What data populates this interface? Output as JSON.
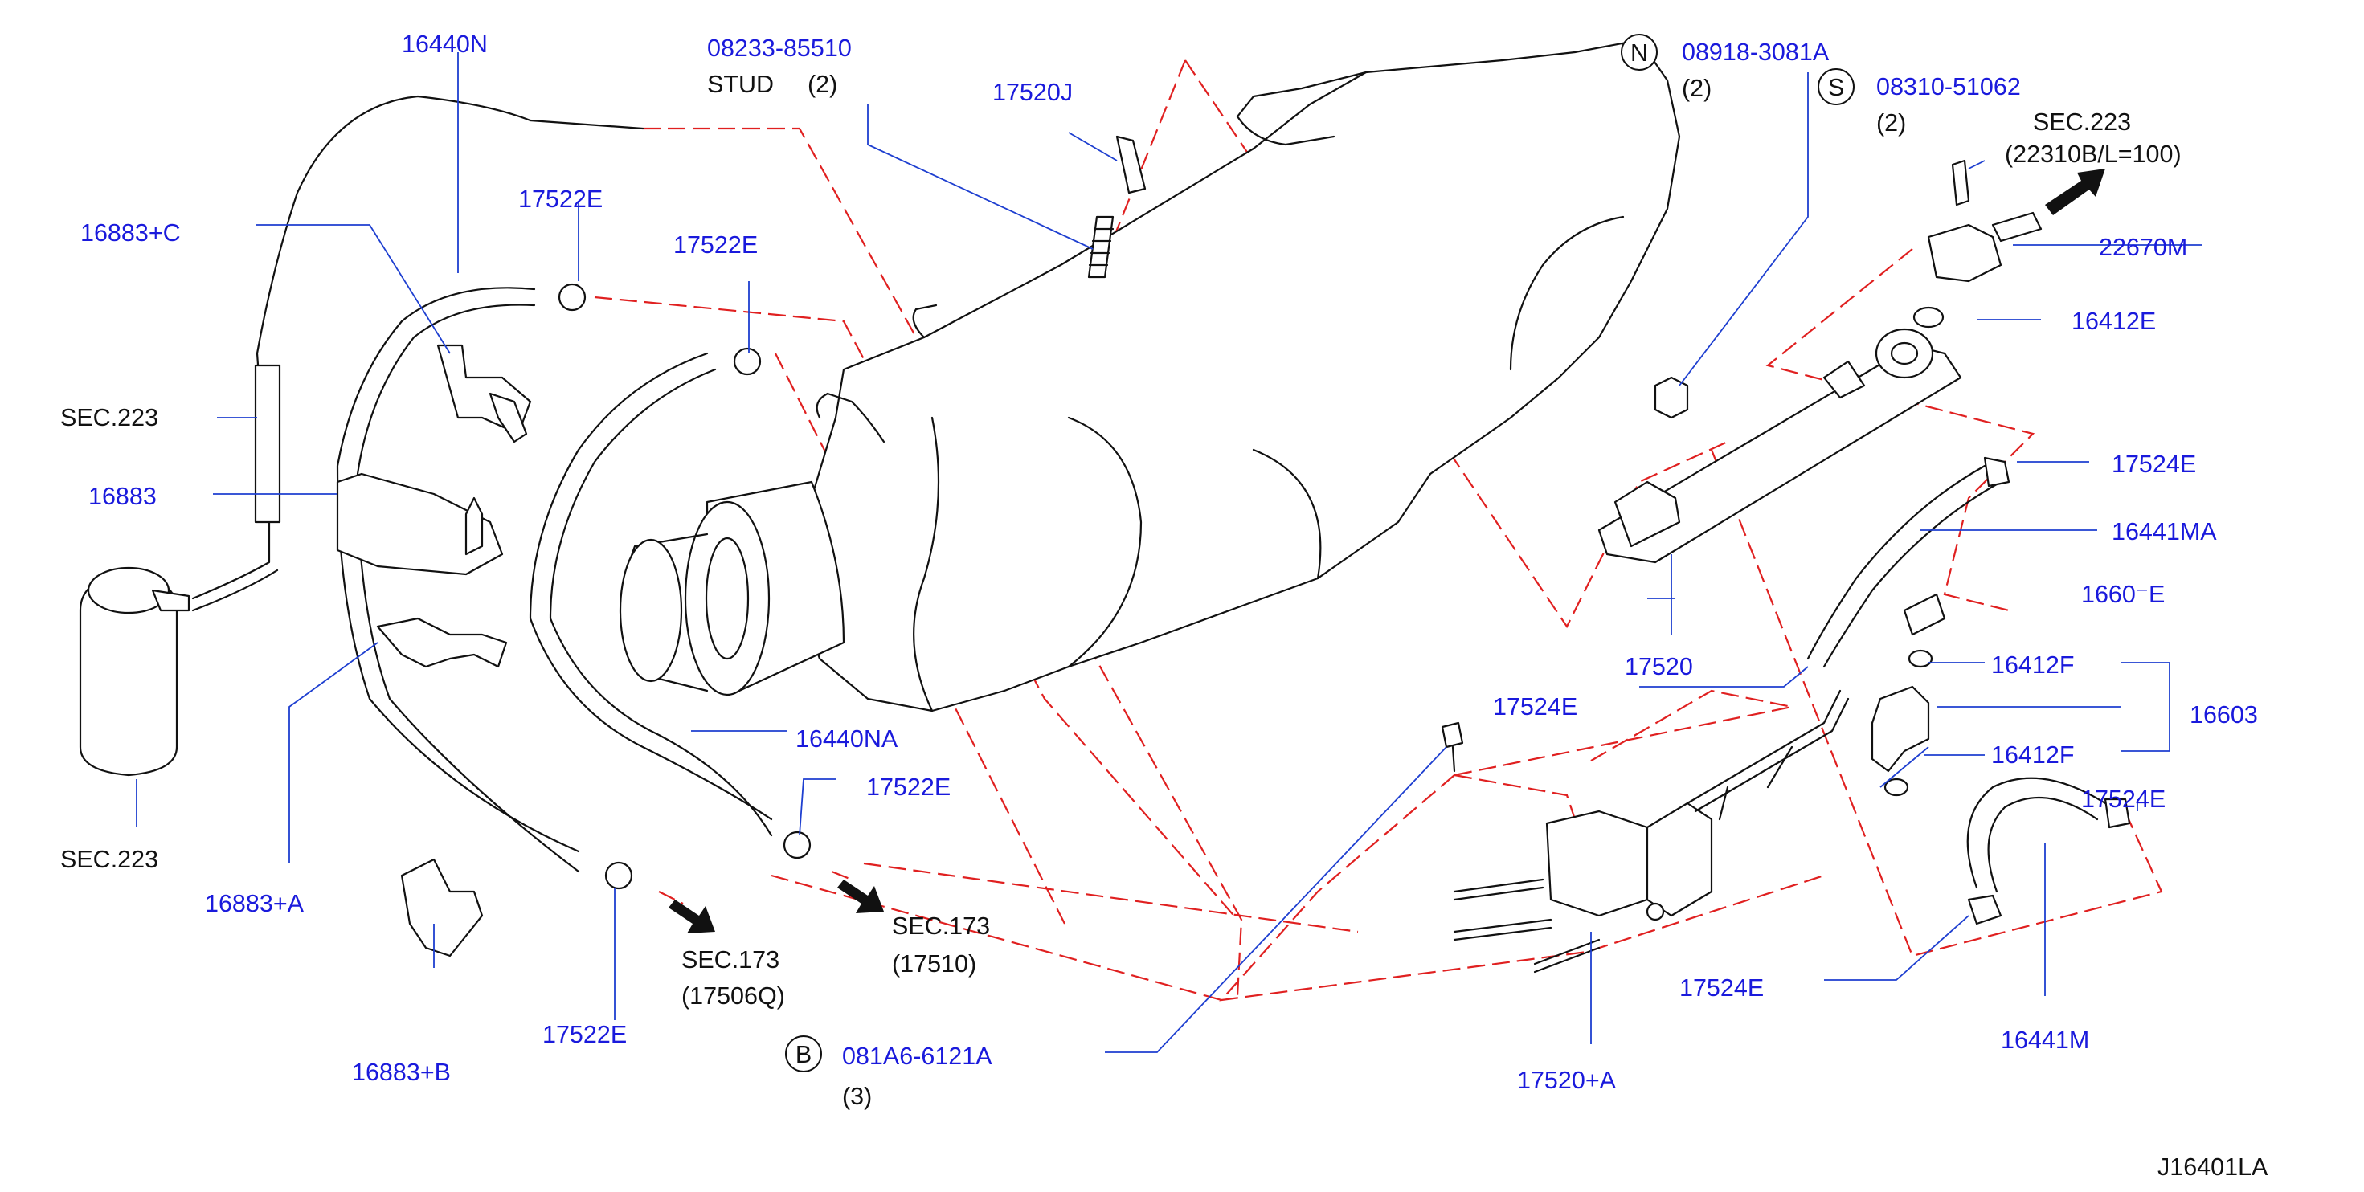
{
  "diagram_id": "J16401LA",
  "colors": {
    "part_label": "#1a1adc",
    "leader": "#1e3fd0",
    "dashed_guide": "#e02020",
    "ink": "#111111"
  },
  "labels": {
    "p16440N": "16440N",
    "p08233": "08233-85510",
    "stud": "STUD",
    "stud_qty": "(2)",
    "p17520J": "17520J",
    "circle_N": "N",
    "p08918": "08918-3081A",
    "n_qty": "(2)",
    "circle_S": "S",
    "p08310": "08310-51062",
    "s_qty": "(2)",
    "sec223_top": "SEC.223",
    "sec223_top_sub": "(22310B/L=100)",
    "p16883C": "16883+C",
    "p17522E_a": "17522E",
    "p17522E_b": "17522E",
    "p22670M": "22670M",
    "p16412E": "16412E",
    "sec223_left": "SEC.223",
    "p16883": "16883",
    "p17524E_a": "17524E",
    "p16441MA": "16441MA",
    "p1660xE": "1660⁻E",
    "p17520": "17520",
    "p16412F_a": "16412F",
    "p16603": "16603",
    "p17524E_b": "17524E",
    "p16440NA": "16440NA",
    "p16412F_b": "16412F",
    "p17522E_c": "17522E",
    "p17524E_c": "17524E",
    "sec223_bottom": "SEC.223",
    "p16883A": "16883+A",
    "sec173_a": "SEC.173",
    "sec173_a_sub": "(17510)",
    "sec173_b": "SEC.173",
    "sec173_b_sub": "(17506Q)",
    "p17524E_d": "17524E",
    "p17522E_d": "17522E",
    "p16441M": "16441M",
    "circle_B": "B",
    "p081A6": "081A6-6121A",
    "b_qty": "(3)",
    "p16883B": "16883+B",
    "p17520A": "17520+A",
    "diagram_code": "J16401LA"
  }
}
